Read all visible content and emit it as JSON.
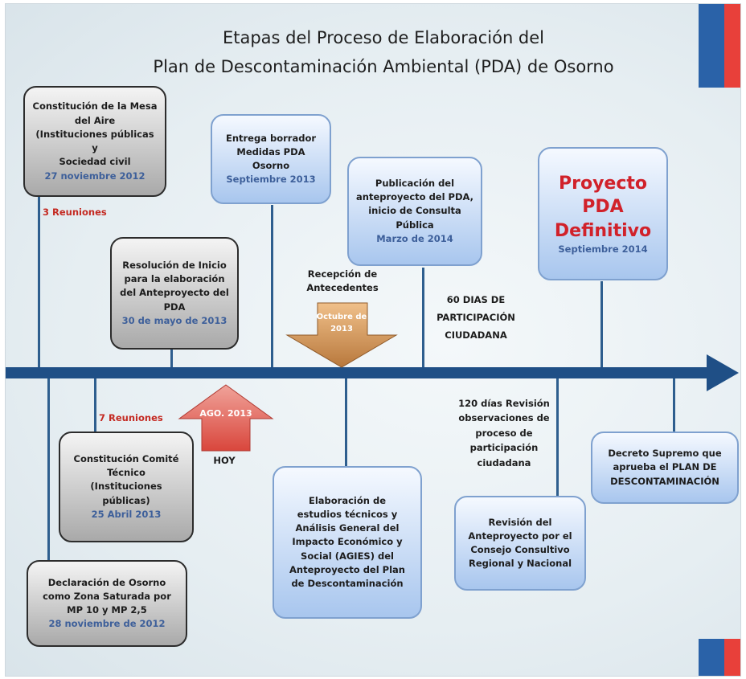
{
  "title": {
    "line1": "Etapas del Proceso de Elaboración del",
    "line2": "Plan de Descontaminación Ambiental (PDA) de Osorno"
  },
  "colors": {
    "axis": "#1f4f86",
    "accent_red": "#c42a22",
    "date_blue": "#3d5f9a",
    "flag_blue": "#2a62a8",
    "flag_red": "#e8403a"
  },
  "above": {
    "mesa": {
      "lines": [
        "Constitución de la Mesa",
        "del Aire",
        "(Instituciones públicas y",
        "Sociedad civil"
      ],
      "date": "27 noviembre 2012"
    },
    "entrega": {
      "lines": [
        "Entrega borrador",
        "Medidas PDA",
        "Osorno"
      ],
      "date": "Septiembre 2013"
    },
    "publicacion": {
      "lines": [
        "Publicación del",
        "anteproyecto del PDA,",
        "inicio de Consulta",
        "Pública"
      ],
      "date": "Marzo de 2014"
    },
    "proyecto": {
      "lines": [
        "Proyecto",
        "PDA",
        "Definitivo"
      ],
      "date": "Septiembre 2014"
    },
    "resolucion": {
      "lines": [
        "Resolución de Inicio",
        "para la elaboración",
        "del Anteproyecto del",
        "PDA"
      ],
      "date": "30 de mayo de 2013"
    }
  },
  "below": {
    "comite": {
      "lines": [
        "Constitución Comité",
        "Técnico",
        "(Instituciones",
        "públicas)"
      ],
      "date": "25 Abril 2013"
    },
    "declaracion": {
      "lines": [
        "Declaración de Osorno",
        "como Zona Saturada por",
        "MP 10 y MP 2,5"
      ],
      "date": "28 noviembre de 2012"
    },
    "elaboracion": {
      "lines": [
        "Elaboración de",
        "estudios técnicos y",
        "Análisis General del",
        "Impacto Económico y",
        "Social (AGIES) del",
        "Anteproyecto del Plan",
        "de Descontaminación"
      ]
    },
    "revision": {
      "lines": [
        "Revisión del",
        "Anteproyecto por el",
        "Consejo Consultivo",
        "Regional y Nacional"
      ]
    },
    "decreto": {
      "lines": [
        "Decreto Supremo que",
        "aprueba el PLAN DE",
        "DESCONTAMINACIÓN"
      ]
    }
  },
  "labels": {
    "reuniones3": "3 Reuniones",
    "reuniones7": "7 Reuniones",
    "recepcion": [
      "Recepción de",
      "Antecedentes"
    ],
    "octubre": [
      "Octubre",
      "de 2013"
    ],
    "ago": [
      "AGO.",
      "2013"
    ],
    "hoy": "HOY",
    "dias60": [
      "60 DIAS DE",
      "PARTICIPACIÓN",
      "CIUDADANA"
    ],
    "dias120": [
      "120 días Revisión",
      "observaciones de",
      "proceso de",
      "participación",
      "ciudadana"
    ]
  }
}
